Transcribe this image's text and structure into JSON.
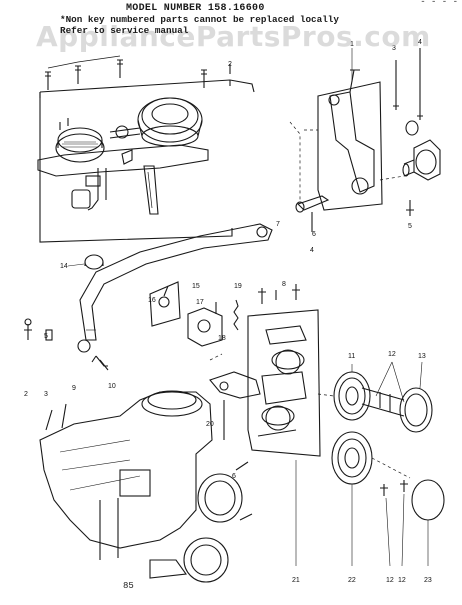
{
  "header": {
    "model": "MODEL NUMBER 158.16600",
    "note_line1": "*Non key numbered parts cannot be replaced locally",
    "note_line2": "Refer to service manual",
    "corner_mark": "- - - -"
  },
  "watermark": "AppliancePartsPros.com",
  "page_number": "85",
  "callouts": [
    "1",
    "2",
    "3",
    "4",
    "5",
    "6",
    "7",
    "8",
    "9",
    "10",
    "11",
    "12",
    "13",
    "14",
    "15",
    "16",
    "17",
    "18",
    "19",
    "20",
    "21",
    "22",
    "23",
    "2",
    "3",
    "4",
    "5",
    "6",
    "12",
    "12"
  ],
  "colors": {
    "ink": "#1a1a1a",
    "paper": "#ffffff",
    "watermark": "#c8c8c8"
  }
}
